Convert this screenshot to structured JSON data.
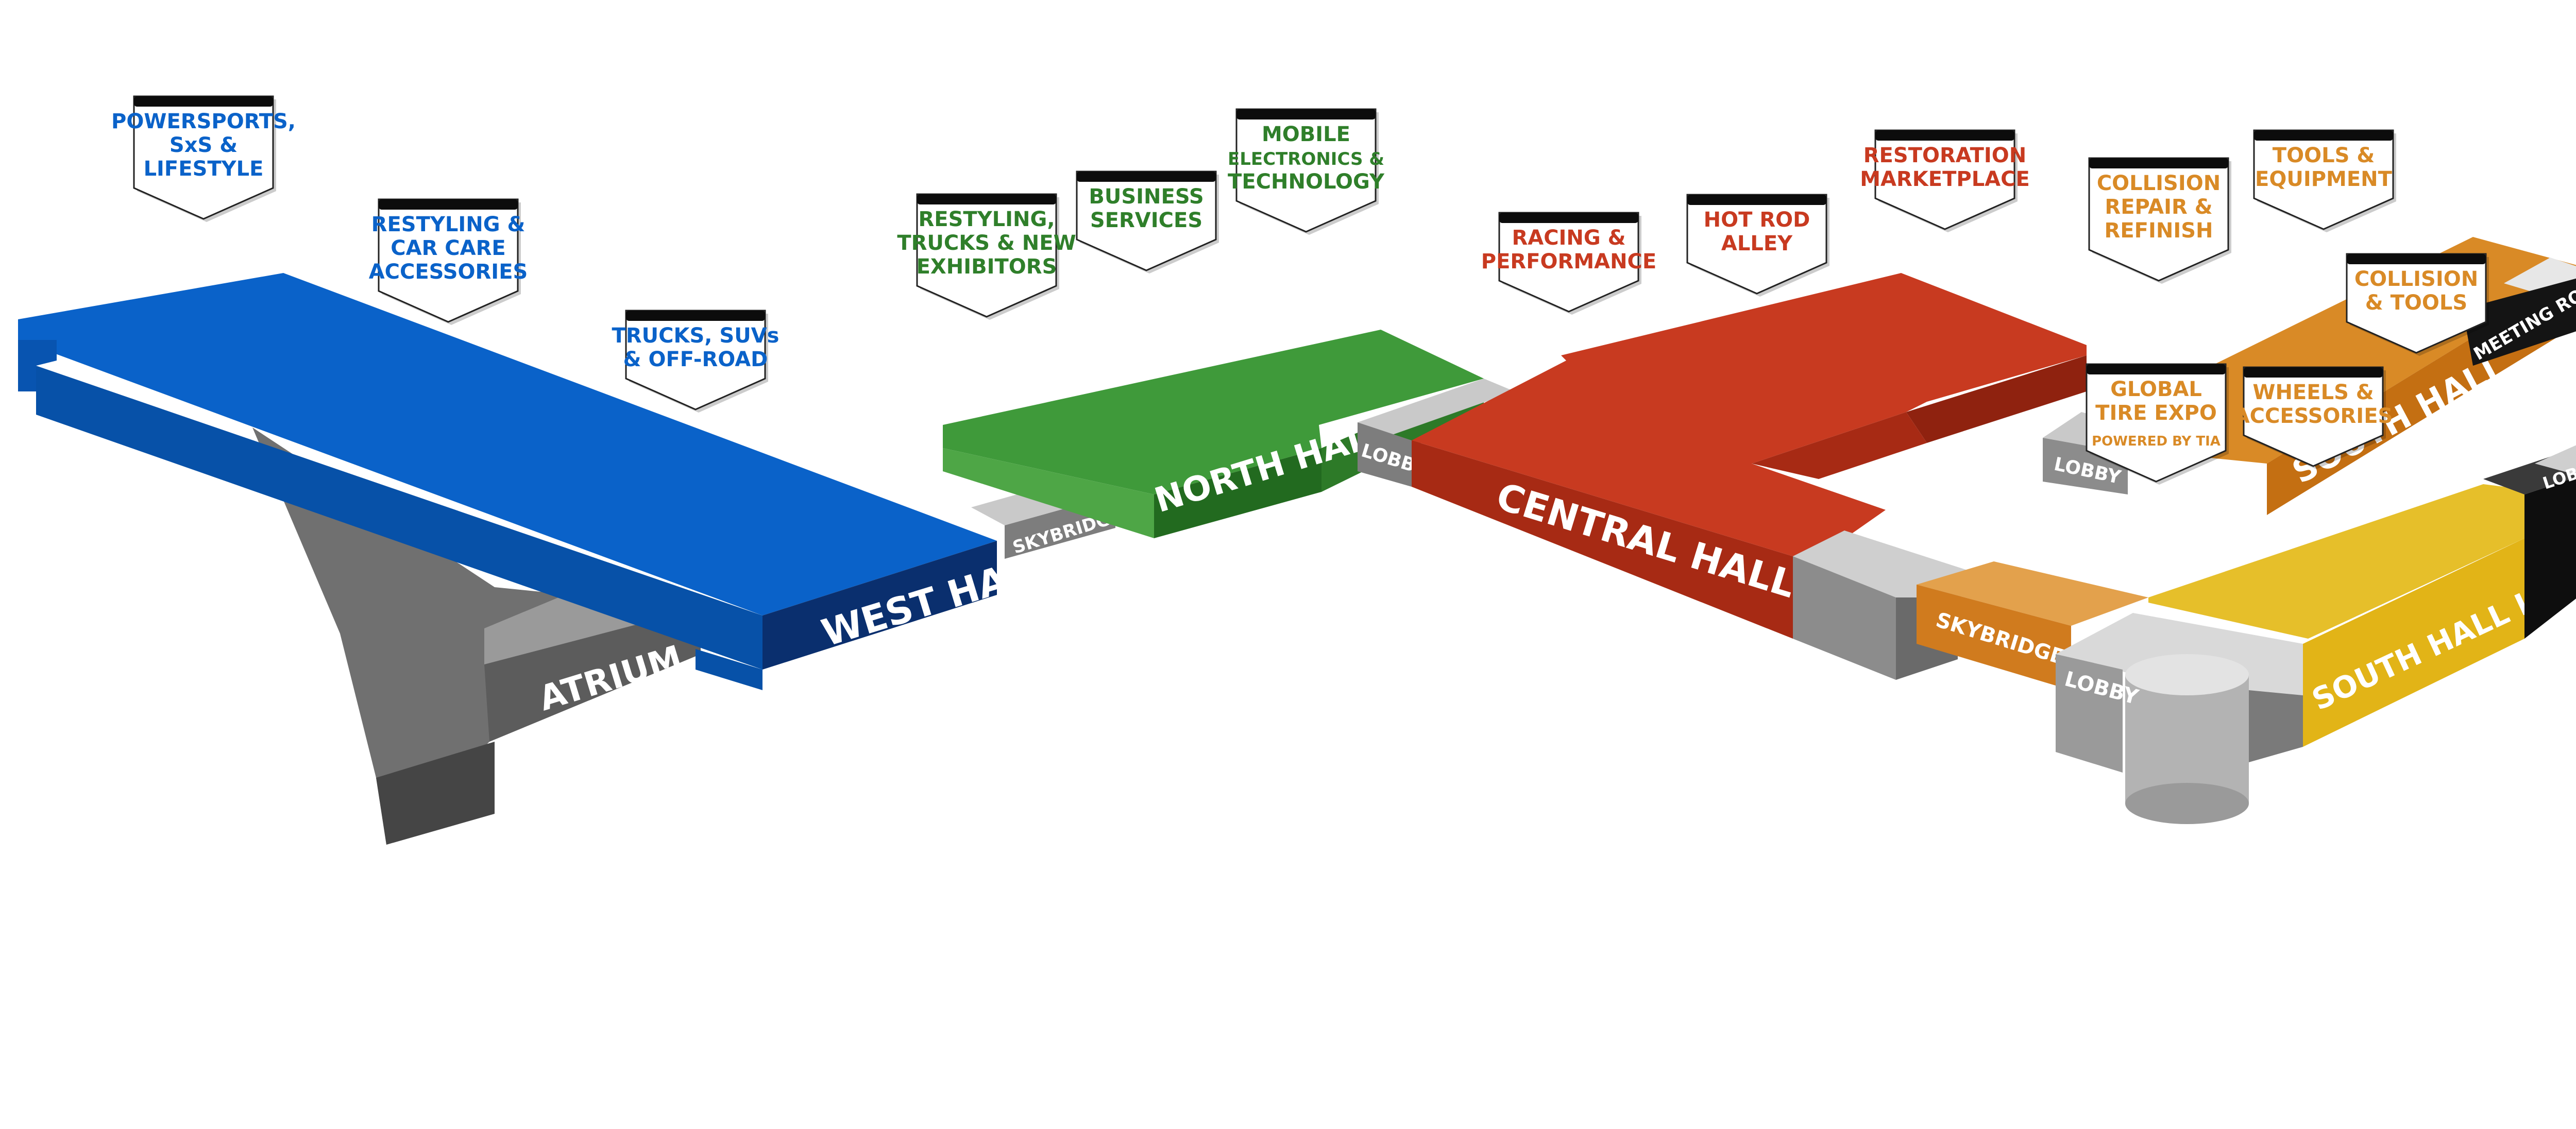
{
  "colors": {
    "west": "#0a62c9",
    "north": "#3f9a3a",
    "central": "#c83a20",
    "south": "#d98a26",
    "south_lower": "#e6bf2a",
    "gray": "#8a8a8a",
    "black": "#141414"
  },
  "halls": {
    "west_hall": "WEST HALL",
    "atrium": "ATRIUM",
    "skybridge_north": "SKYBRIDGE",
    "north_hall": "NORTH HALL",
    "lobby_north": "LOBBY",
    "central_hall": "CENTRAL HALL",
    "skybridge_south": "SKYBRIDGE",
    "lobby_south_lower": "LOBBY",
    "lobby_south": "LOBBY",
    "south_hall": "SOUTH HALL",
    "south_hall_lower": "SOUTH HALL LOWER",
    "meeting_rooms": "MEETING ROOMS",
    "lobby_east": "LOBBY"
  },
  "sections": [
    {
      "id": "powersports",
      "lines": [
        "POWERSPORTS,",
        "SxS &",
        "LIFESTYLE"
      ],
      "color": "#0a62c9"
    },
    {
      "id": "restyling-car-care",
      "lines": [
        "RESTYLING &",
        "CAR CARE",
        "ACCESSORIES"
      ],
      "color": "#0a62c9"
    },
    {
      "id": "trucks-suvs",
      "lines": [
        "TRUCKS, SUVs",
        "& OFF-ROAD"
      ],
      "color": "#0a62c9"
    },
    {
      "id": "restyling-trucks",
      "lines": [
        "RESTYLING,",
        "TRUCKS & NEW",
        "EXHIBITORS"
      ],
      "color": "#2f7f2a"
    },
    {
      "id": "business-services",
      "lines": [
        "BUSINESS",
        "SERVICES"
      ],
      "color": "#2f7f2a"
    },
    {
      "id": "mobile-electronics",
      "lines": [
        "MOBILE",
        "ELECTRONICS &",
        "TECHNOLOGY"
      ],
      "color": "#2f7f2a"
    },
    {
      "id": "racing-performance",
      "lines": [
        "RACING &",
        "PERFORMANCE"
      ],
      "color": "#c83a20"
    },
    {
      "id": "hot-rod-alley",
      "lines": [
        "HOT ROD",
        "ALLEY"
      ],
      "color": "#c83a20"
    },
    {
      "id": "restoration-marketplace",
      "lines": [
        "RESTORATION",
        "MARKETPLACE"
      ],
      "color": "#c83a20"
    },
    {
      "id": "collision-repair",
      "lines": [
        "COLLISION",
        "REPAIR &",
        "REFINISH"
      ],
      "color": "#d98a26"
    },
    {
      "id": "tools-equipment",
      "lines": [
        "TOOLS &",
        "EQUIPMENT"
      ],
      "color": "#d98a26"
    },
    {
      "id": "collision-tools",
      "lines": [
        "COLLISION",
        "& TOOLS"
      ],
      "color": "#d98a26"
    },
    {
      "id": "global-tire-expo",
      "lines": [
        "GLOBAL",
        "TIRE EXPO"
      ],
      "sub": "POWERED BY TIA",
      "color": "#d98a26"
    },
    {
      "id": "wheels-accessories",
      "lines": [
        "WHEELS &",
        "ACCESSORIES"
      ],
      "color": "#d98a26"
    }
  ]
}
